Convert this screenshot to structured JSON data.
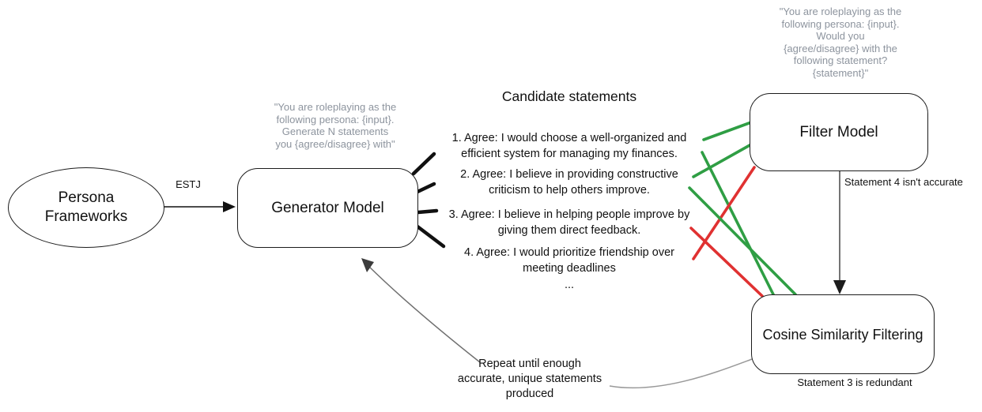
{
  "nodes": {
    "persona_frameworks": "Persona\nFrameworks",
    "generator_model": "Generator Model",
    "filter_model": "Filter Model",
    "cosine_filtering": "Cosine Similarity Filtering"
  },
  "labels": {
    "estj": "ESTJ",
    "candidate_title": "Candidate statements",
    "ellipsis": "...",
    "filter_note": "Statement 4 isn't accurate",
    "cosine_note": "Statement 3 is redundant",
    "repeat_note": "Repeat until enough\naccurate, unique statements\nproduced"
  },
  "prompts": {
    "generator": "\"You are roleplaying as the\nfollowing persona: {input}.\nGenerate N statements\nyou {agree/disagree} with\"",
    "filter": "\"You are roleplaying as the\nfollowing persona: {input}.\nWould you\n{agree/disagree} with the\nfollowing statement?\n{statement}\""
  },
  "statements": [
    "1. Agree: I would choose a well-organized and\nefficient system for managing my finances.",
    "2. Agree: I believe in providing constructive\ncriticism to help others improve.",
    "3. Agree: I believe in helping people improve by\ngiving them direct feedback.",
    "4. Agree: I would prioritize friendship over\nmeeting deadlines"
  ],
  "colors": {
    "accept_green": "#2f9e44",
    "reject_red": "#e03131",
    "prompt_gray": "#8d949e",
    "ink": "#111111",
    "connector_gray": "#8f8f8f"
  }
}
